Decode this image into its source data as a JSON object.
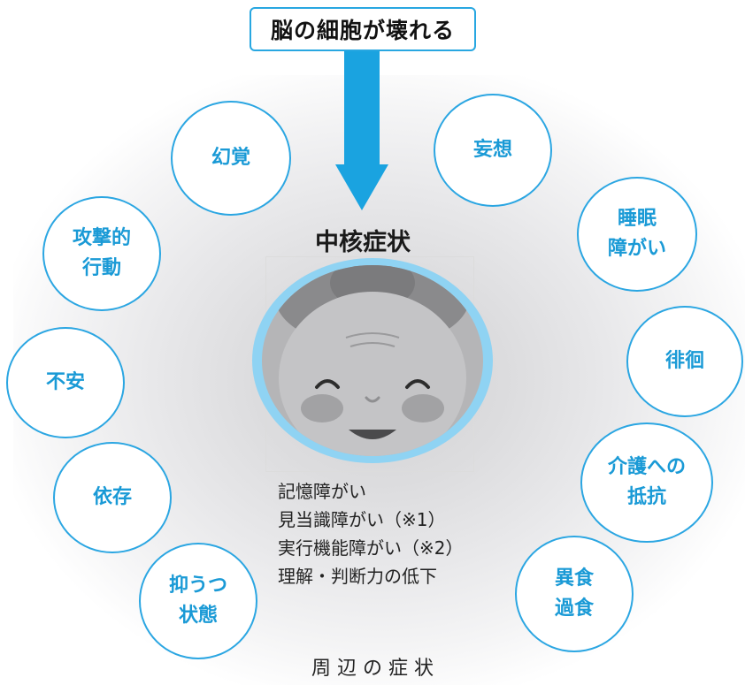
{
  "title_box": "脳の細胞が壊れる",
  "core": {
    "title": "中核症状",
    "items": [
      "記憶障がい",
      "見当識障がい（※1）",
      "実行機能障がい（※2）",
      "理解・判断力の低下"
    ]
  },
  "bubbles": [
    "幻覚",
    "妄想",
    "攻撃的\n行動",
    "睡眠\n障がい",
    "不安",
    "徘徊",
    "介護への\n抵抗",
    "依存",
    "抑うつ\n状態",
    "異食\n過食"
  ],
  "footer": "周 辺 の 症 状",
  "colors": {
    "accent": "#1aa3e0",
    "bubble_text": "#1a9ad6",
    "bubble_border": "#2ba6e2",
    "face_ring": "#8fd3f3"
  },
  "icons": {
    "center": "smiling-elderly-woman-illustration",
    "arrow": "down-arrow"
  }
}
